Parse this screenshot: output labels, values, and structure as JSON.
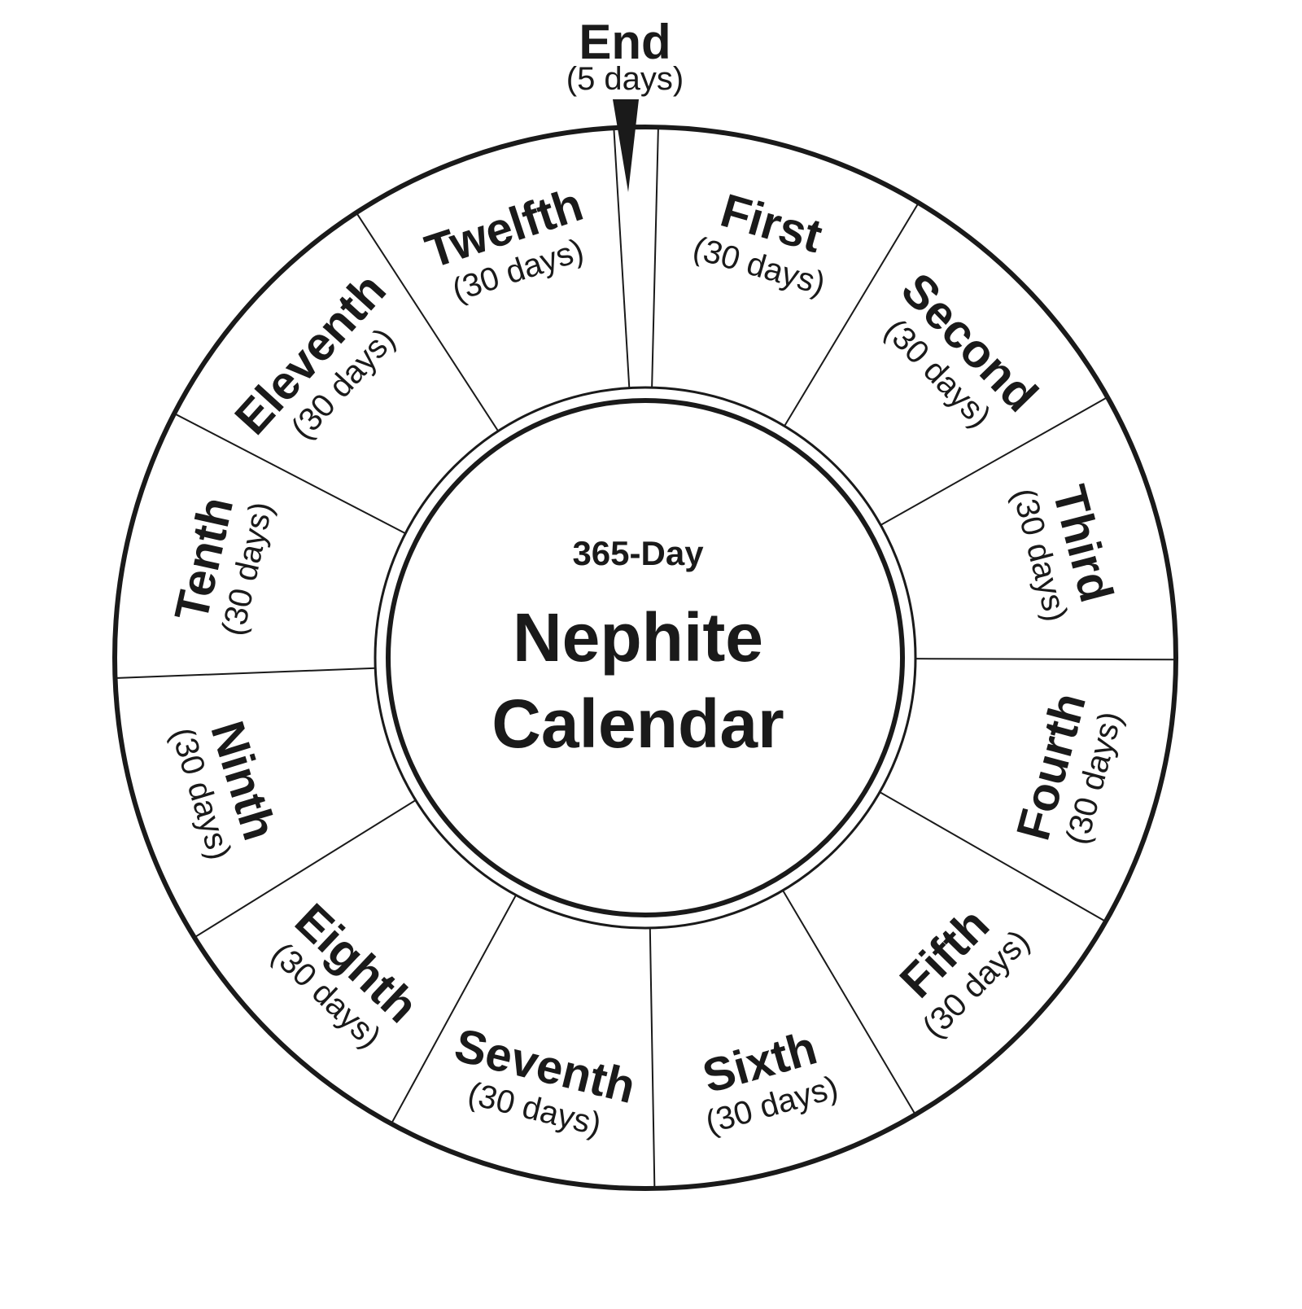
{
  "center": {
    "subtitle": "365-Day",
    "title_line1": "Nephite",
    "title_line2": "Calendar"
  },
  "end_period": {
    "name": "End",
    "days": "(5 days)"
  },
  "months": [
    {
      "name": "First",
      "days": "(30 days)"
    },
    {
      "name": "Second",
      "days": "(30 days)"
    },
    {
      "name": "Third",
      "days": "(30 days)"
    },
    {
      "name": "Fourth",
      "days": "(30 days)"
    },
    {
      "name": "Fifth",
      "days": "(30 days)"
    },
    {
      "name": "Sixth",
      "days": "(30 days)"
    },
    {
      "name": "Seventh",
      "days": "(30 days)"
    },
    {
      "name": "Eighth",
      "days": "(30 days)"
    },
    {
      "name": "Ninth",
      "days": "(30 days)"
    },
    {
      "name": "Tenth",
      "days": "(30 days)"
    },
    {
      "name": "Eleventh",
      "days": "(30 days)"
    },
    {
      "name": "Twelfth",
      "days": "(30 days)"
    }
  ]
}
